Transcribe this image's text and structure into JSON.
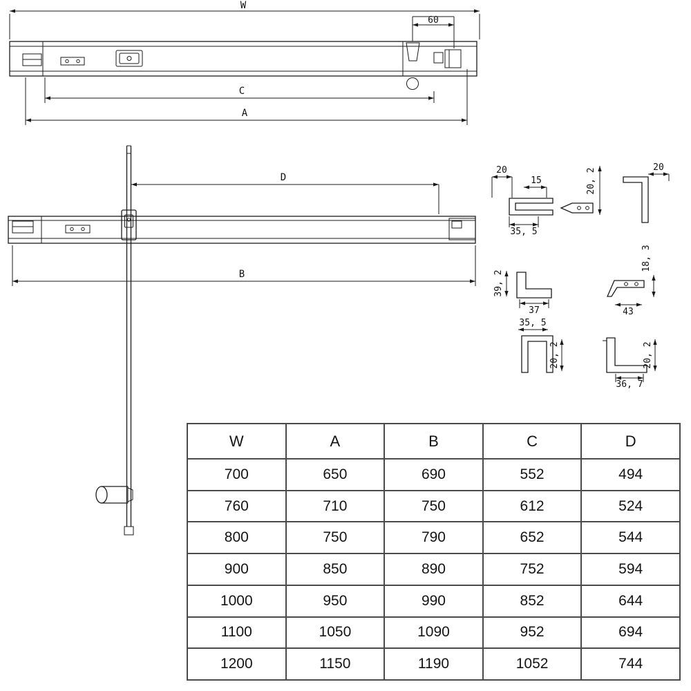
{
  "top_view": {
    "dim_w": "W",
    "dim_60": "60",
    "dim_c": "C",
    "dim_a": "A"
  },
  "front_view": {
    "dim_d": "D",
    "dim_b": "B"
  },
  "profiles": {
    "p1_w": "20",
    "p1_gap": "15",
    "p1_depth": "35, 5",
    "p1_h": "20, 2",
    "p2_w": "20",
    "p2_h": "18, 3",
    "p3_h": "39, 2",
    "p3_w": "37",
    "p4_w": "43",
    "p5_w": "35, 5",
    "p5_h": "20, 2",
    "p6_h": "20, 2",
    "p6_w": "36, 7"
  },
  "table": {
    "headers": [
      "W",
      "A",
      "B",
      "C",
      "D"
    ],
    "rows": [
      [
        "700",
        "650",
        "690",
        "552",
        "494"
      ],
      [
        "760",
        "710",
        "750",
        "612",
        "524"
      ],
      [
        "800",
        "750",
        "790",
        "652",
        "544"
      ],
      [
        "900",
        "850",
        "890",
        "752",
        "594"
      ],
      [
        "1000",
        "950",
        "990",
        "852",
        "644"
      ],
      [
        "1100",
        "1050",
        "1090",
        "952",
        "694"
      ],
      [
        "1200",
        "1150",
        "1190",
        "1052",
        "744"
      ]
    ]
  }
}
